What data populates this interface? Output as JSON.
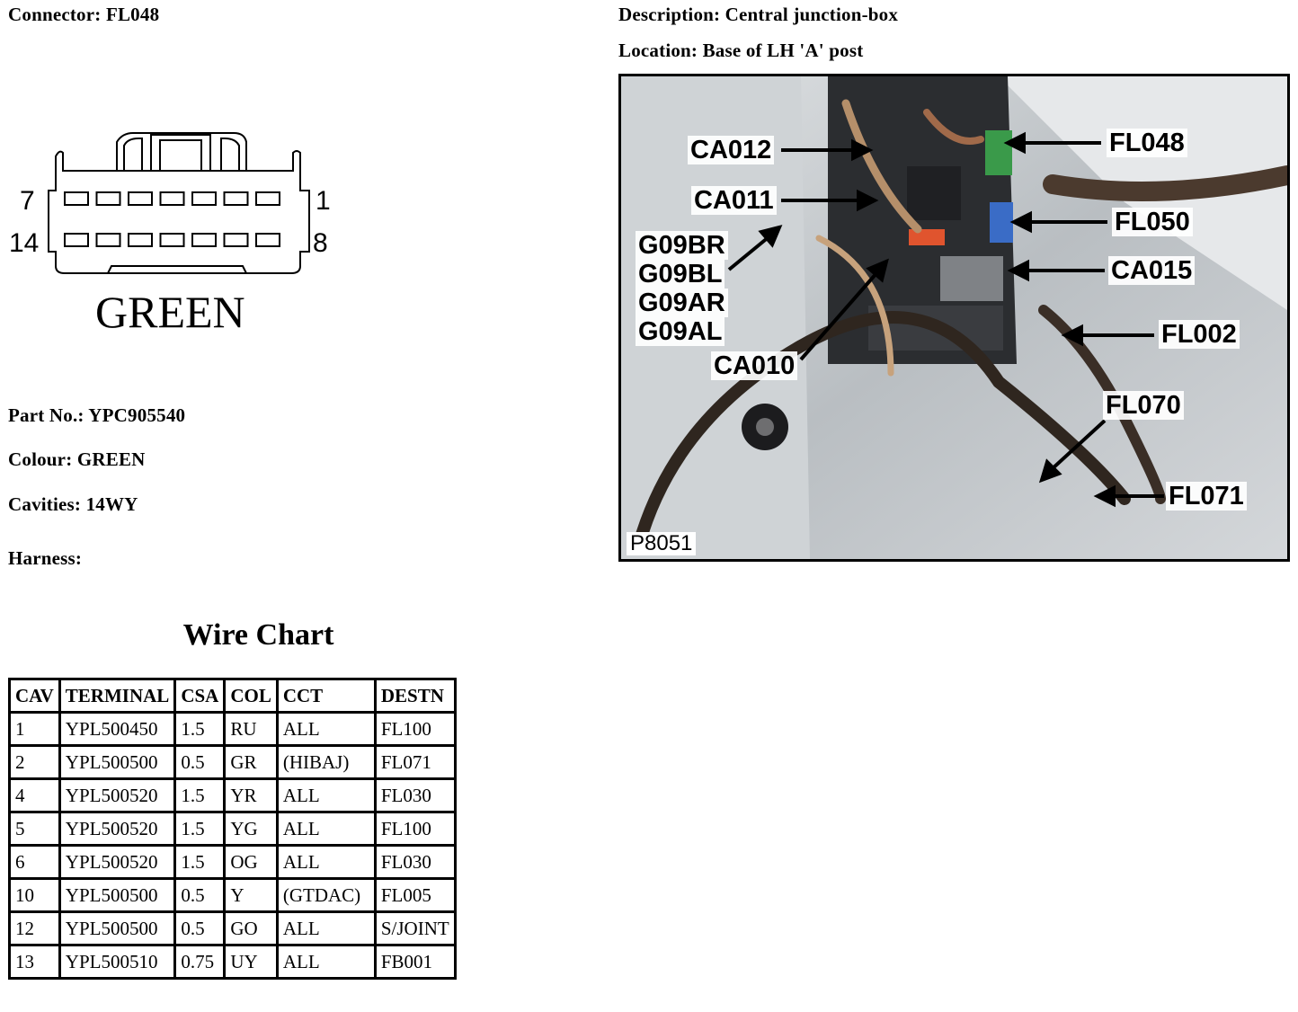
{
  "connector": {
    "label": "Connector:",
    "value": "FL048"
  },
  "description": {
    "label": "Description:",
    "value": "Central junction-box"
  },
  "location": {
    "label": "Location:",
    "value": "Base of LH 'A' post"
  },
  "diagram": {
    "pin_top_left": "7",
    "pin_top_right": "1",
    "pin_bottom_left": "14",
    "pin_bottom_right": "8",
    "colour_text": "GREEN"
  },
  "part_no": {
    "label": "Part No.:",
    "value": "YPC905540"
  },
  "colour": {
    "label": "Colour:",
    "value": "GREEN"
  },
  "cavities": {
    "label": "Cavities:",
    "value": "14WY"
  },
  "harness": {
    "label": "Harness:",
    "value": ""
  },
  "wire_chart": {
    "title": "Wire Chart",
    "headers": [
      "CAV",
      "TERMINAL",
      "CSA",
      "COL",
      "CCT",
      "DESTN"
    ],
    "rows": [
      [
        "1",
        "YPL500450",
        "1.5",
        "RU",
        "ALL",
        "FL100"
      ],
      [
        "2",
        "YPL500500",
        "0.5",
        "GR",
        "(HIBAJ)",
        "FL071"
      ],
      [
        "4",
        "YPL500520",
        "1.5",
        "YR",
        "ALL",
        "FL030"
      ],
      [
        "5",
        "YPL500520",
        "1.5",
        "YG",
        "ALL",
        "FL100"
      ],
      [
        "6",
        "YPL500520",
        "1.5",
        "OG",
        "ALL",
        "FL030"
      ],
      [
        "10",
        "YPL500500",
        "0.5",
        "Y",
        "(GTDAC)",
        "FL005"
      ],
      [
        "12",
        "YPL500500",
        "0.5",
        "GO",
        "ALL",
        "S/JOINT"
      ],
      [
        "13",
        "YPL500510",
        "0.75",
        "UY",
        "ALL",
        "FB001"
      ]
    ]
  },
  "photo": {
    "id": "P8051",
    "callouts": {
      "ca012": "CA012",
      "ca011": "CA011",
      "g09br": "G09BR",
      "g09bl": "G09BL",
      "g09ar": "G09AR",
      "g09al": "G09AL",
      "ca010": "CA010",
      "fl048": "FL048",
      "fl050": "FL050",
      "ca015": "CA015",
      "fl002": "FL002",
      "fl070": "FL070",
      "fl071": "FL071"
    }
  }
}
